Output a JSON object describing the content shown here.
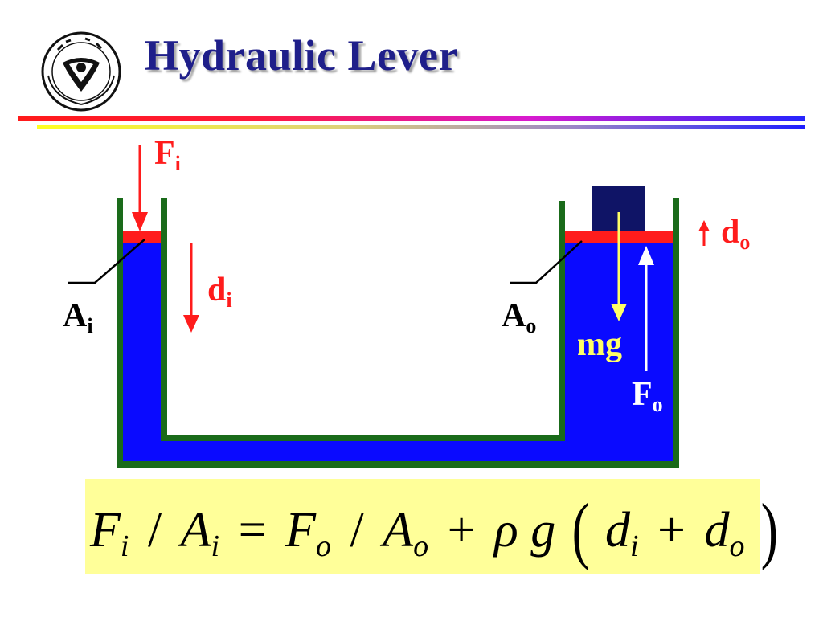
{
  "header": {
    "title": "Hydraulic Lever",
    "logo_icon": "zhejiang-university-seal-icon"
  },
  "colors": {
    "title": "#1f1f8a",
    "fluid": "#0a0aff",
    "walls": "#1a6b1a",
    "piston": "#ff1c1c",
    "block": "#0f1466",
    "force_red": "#ff1c1c",
    "force_yellow": "#ffff66",
    "equation_bg": "#ffff99"
  },
  "labels": {
    "Fi": {
      "main": "F",
      "sub": "i"
    },
    "di": {
      "main": "d",
      "sub": "i"
    },
    "Ai": {
      "main": "A",
      "sub": "i"
    },
    "Ao": {
      "main": "A",
      "sub": "o"
    },
    "do": {
      "main": "d",
      "sub": "o"
    },
    "mg": {
      "main": "mg"
    },
    "Fo": {
      "main": "F",
      "sub": "o"
    }
  },
  "equation": {
    "Fi_F": "F",
    "Fi_i": "i",
    "slash1": "/",
    "Ai_A": "A",
    "Ai_i": "i",
    "equals": "=",
    "Fo_F": "F",
    "Fo_o": "o",
    "slash2": "/",
    "Ao_A": "A",
    "Ao_o": "o",
    "plus1": "+",
    "rho": "ρ",
    "g": "g",
    "lparen": "(",
    "di_d": "d",
    "di_i": "i",
    "plus2": "+",
    "do_d": "d",
    "do_o": "o",
    "rparen": ")"
  }
}
